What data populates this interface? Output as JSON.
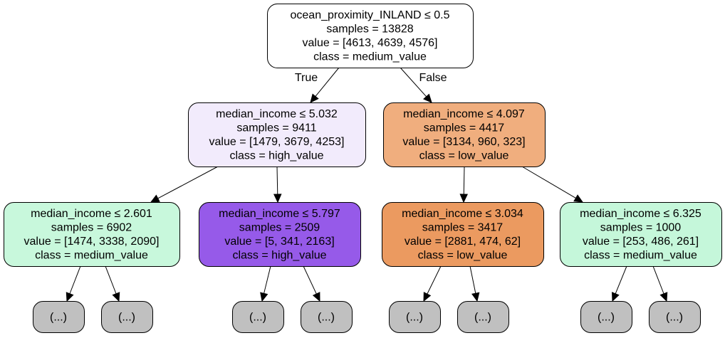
{
  "tree": {
    "nodes": [
      {
        "id": "root",
        "lines": [
          "ocean_proximity_INLAND ≤ 0.5",
          "samples = 13828",
          "value = [4613, 4639, 4576]",
          "class = medium_value"
        ],
        "fill": "#ffffff"
      },
      {
        "id": "n1",
        "lines": [
          "median_income ≤ 5.032",
          "samples = 9411",
          "value = [1479, 3679, 4253]",
          "class = high_value"
        ],
        "fill": "#f2ebfc"
      },
      {
        "id": "n2",
        "lines": [
          "median_income ≤ 4.097",
          "samples = 4417",
          "value = [3134, 960, 323]",
          "class = low_value"
        ],
        "fill": "#f0ae7e"
      },
      {
        "id": "n3",
        "lines": [
          "median_income ≤ 2.601",
          "samples = 6902",
          "value = [1474, 3338, 2090]",
          "class = medium_value"
        ],
        "fill": "#c8f8dc"
      },
      {
        "id": "n4",
        "lines": [
          "median_income ≤ 5.797",
          "samples = 2509",
          "value = [5, 341, 2163]",
          "class = high_value"
        ],
        "fill": "#965ae9"
      },
      {
        "id": "n5",
        "lines": [
          "median_income ≤ 3.034",
          "samples = 3417",
          "value = [2881, 474, 62]",
          "class = low_value"
        ],
        "fill": "#eb9a60"
      },
      {
        "id": "n6",
        "lines": [
          "median_income ≤ 6.325",
          "samples = 1000",
          "value = [253, 486, 261]",
          "class = medium_value"
        ],
        "fill": "#c5f7da"
      },
      {
        "id": "t1",
        "lines": [
          "(...)"
        ],
        "fill": "#c0c0c0"
      },
      {
        "id": "t2",
        "lines": [
          "(...)"
        ],
        "fill": "#c0c0c0"
      },
      {
        "id": "t3",
        "lines": [
          "(...)"
        ],
        "fill": "#c0c0c0"
      },
      {
        "id": "t4",
        "lines": [
          "(...)"
        ],
        "fill": "#c0c0c0"
      },
      {
        "id": "t5",
        "lines": [
          "(...)"
        ],
        "fill": "#c0c0c0"
      },
      {
        "id": "t6",
        "lines": [
          "(...)"
        ],
        "fill": "#c0c0c0"
      },
      {
        "id": "t7",
        "lines": [
          "(...)"
        ],
        "fill": "#c0c0c0"
      },
      {
        "id": "t8",
        "lines": [
          "(...)"
        ],
        "fill": "#c0c0c0"
      }
    ],
    "edges": [
      {
        "from": "root",
        "to": "n1",
        "label": "True"
      },
      {
        "from": "root",
        "to": "n2",
        "label": "False"
      },
      {
        "from": "n1",
        "to": "n3",
        "label": ""
      },
      {
        "from": "n1",
        "to": "n4",
        "label": ""
      },
      {
        "from": "n2",
        "to": "n5",
        "label": ""
      },
      {
        "from": "n2",
        "to": "n6",
        "label": ""
      },
      {
        "from": "n3",
        "to": "t1",
        "label": ""
      },
      {
        "from": "n3",
        "to": "t2",
        "label": ""
      },
      {
        "from": "n4",
        "to": "t3",
        "label": ""
      },
      {
        "from": "n4",
        "to": "t4",
        "label": ""
      },
      {
        "from": "n5",
        "to": "t5",
        "label": ""
      },
      {
        "from": "n5",
        "to": "t6",
        "label": ""
      },
      {
        "from": "n6",
        "to": "t7",
        "label": ""
      },
      {
        "from": "n6",
        "to": "t8",
        "label": ""
      }
    ]
  }
}
